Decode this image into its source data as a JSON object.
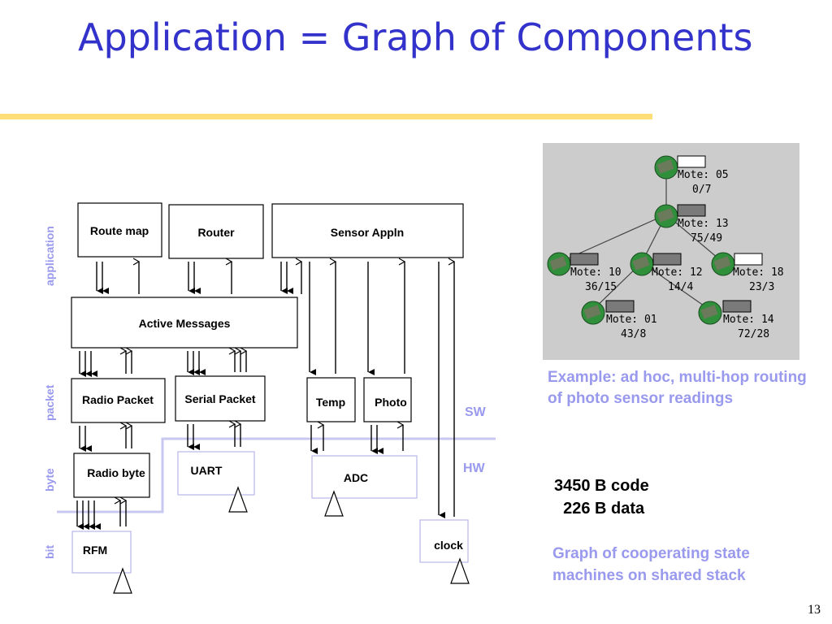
{
  "title": "Application = Graph of Components",
  "layers": {
    "application": "application",
    "packet": "packet",
    "byte": "byte",
    "bit": "bit",
    "sw": "SW",
    "hw": "HW"
  },
  "components": {
    "route_map": "Route map",
    "router": "Router",
    "sensor_appln": "Sensor Appln",
    "active_messages": "Active Messages",
    "radio_packet": "Radio Packet",
    "serial_packet": "Serial Packet",
    "temp": "Temp",
    "photo": "Photo",
    "radio_byte": "Radio byte",
    "uart": "UART",
    "adc": "ADC",
    "rfm": "RFM",
    "clock": "clock"
  },
  "motes": [
    {
      "name": "Mote: 05",
      "stats": "0/7",
      "bar": "white"
    },
    {
      "name": "Mote: 13",
      "stats": "75/49",
      "bar": "gray"
    },
    {
      "name": "Mote: 10",
      "stats": "36/15",
      "bar": "gray"
    },
    {
      "name": "Mote: 12",
      "stats": "14/4",
      "bar": "gray"
    },
    {
      "name": "Mote: 18",
      "stats": "23/3",
      "bar": "white"
    },
    {
      "name": "Mote: 01",
      "stats": "43/8",
      "bar": "gray"
    },
    {
      "name": "Mote: 14",
      "stats": "72/28",
      "bar": "gray"
    }
  ],
  "caption": "Example: ad hoc, multi-hop routing of photo sensor readings",
  "code_size": "3450 B code",
  "data_size": "  226 B data",
  "graph_note": "Graph of cooperating state machines on shared stack",
  "page_number": "13",
  "colors": {
    "title": "#3333cc",
    "rule": "#ffdd77",
    "accent_text": "#9999ee",
    "panel": "#cccccc"
  }
}
